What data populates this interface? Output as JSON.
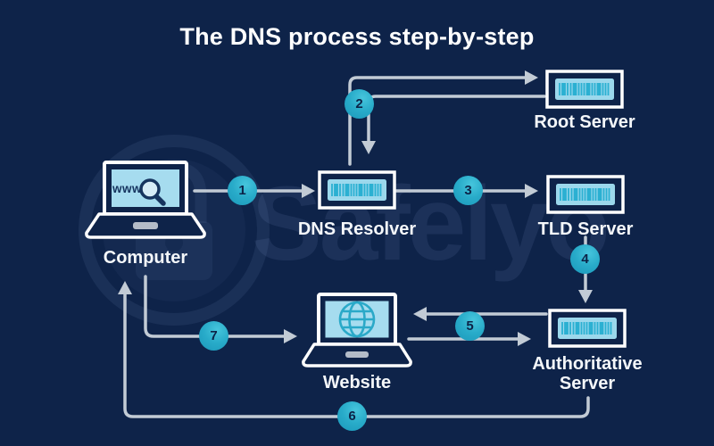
{
  "title": "The DNS process step-by-step",
  "watermark": {
    "brand": "Safelyo"
  },
  "computer": {
    "screen_text": "www"
  },
  "nodes": [
    {
      "id": "computer",
      "label": "Computer"
    },
    {
      "id": "dns_resolver",
      "label": "DNS Resolver"
    },
    {
      "id": "root_server",
      "label": "Root Server"
    },
    {
      "id": "tld_server",
      "label": "TLD Server"
    },
    {
      "id": "authoritative_server",
      "label": "Authoritative Server"
    },
    {
      "id": "website",
      "label": "Website"
    }
  ],
  "steps": [
    {
      "number": "1",
      "from": "Computer",
      "to": "DNS Resolver",
      "bidirectional": false
    },
    {
      "number": "2",
      "from": "DNS Resolver",
      "to": "Root Server",
      "bidirectional": true
    },
    {
      "number": "3",
      "from": "DNS Resolver",
      "to": "TLD Server",
      "bidirectional": false
    },
    {
      "number": "4",
      "from": "TLD Server",
      "to": "Authoritative Server",
      "bidirectional": false
    },
    {
      "number": "5",
      "from": "Authoritative Server",
      "to": "Website",
      "bidirectional": true
    },
    {
      "number": "6",
      "from": "Authoritative Server",
      "to": "Computer",
      "bidirectional": false
    },
    {
      "number": "7",
      "from": "Computer",
      "to": "Website",
      "bidirectional": false
    }
  ],
  "colors": {
    "background": "#0e2349",
    "line_gray": "#c2cbd5",
    "step_circle_teal": "#28abc9",
    "screen_blue": "#a6dcef",
    "server_bar_teal": "#2bb0d2",
    "icon_outline_white": "#ffffff",
    "label_white": "#f4f7fa",
    "number_navy": "#0c2347",
    "globe_teal": "#2aa9c8"
  }
}
